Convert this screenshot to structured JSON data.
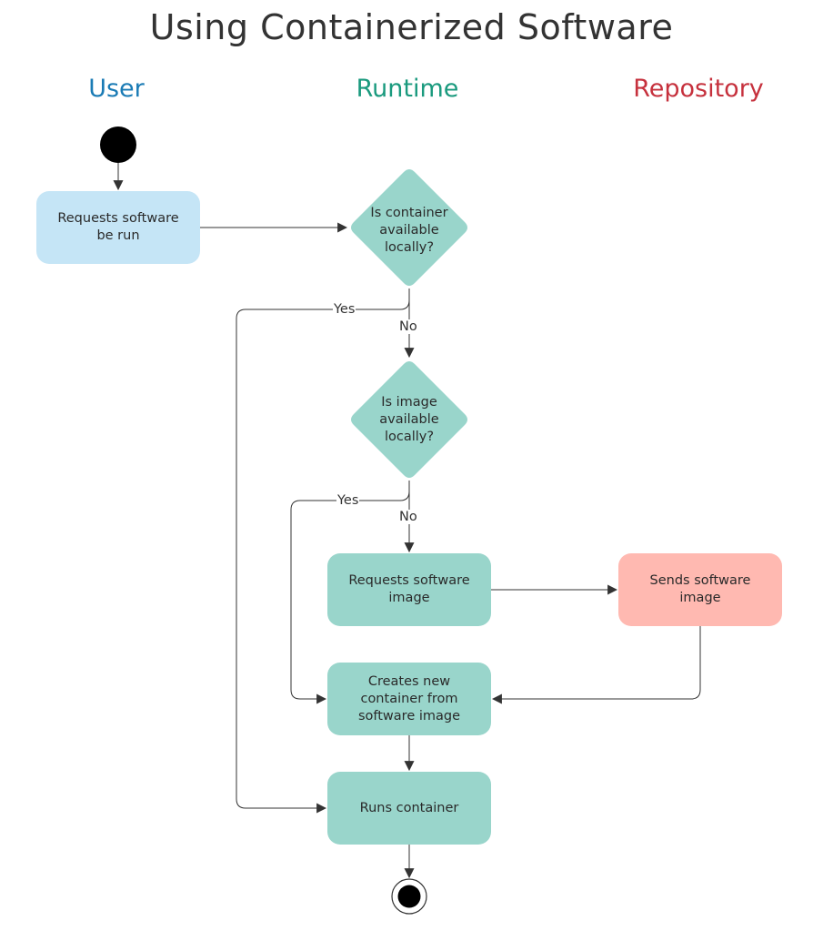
{
  "title": "Using Containerized Software",
  "colors": {
    "user": "#1a7bb5",
    "runtime": "#1a9a7e",
    "repository": "#c6313d",
    "user_fill": "#c5e5f6",
    "runtime_fill": "#99d5cb",
    "repository_fill": "#ffb9b1"
  },
  "lanes": {
    "user": "User",
    "runtime": "Runtime",
    "repository": "Repository"
  },
  "nodes": {
    "request_run": "Requests software be run",
    "container_available": "Is container available locally?",
    "image_available": "Is image available locally?",
    "request_image": "Requests software image",
    "send_image": "Sends software image",
    "create_container": "Creates new container from software image",
    "run_container": "Runs container"
  },
  "edges": {
    "container_yes": "Yes",
    "container_no": "No",
    "image_yes": "Yes",
    "image_no": "No"
  }
}
